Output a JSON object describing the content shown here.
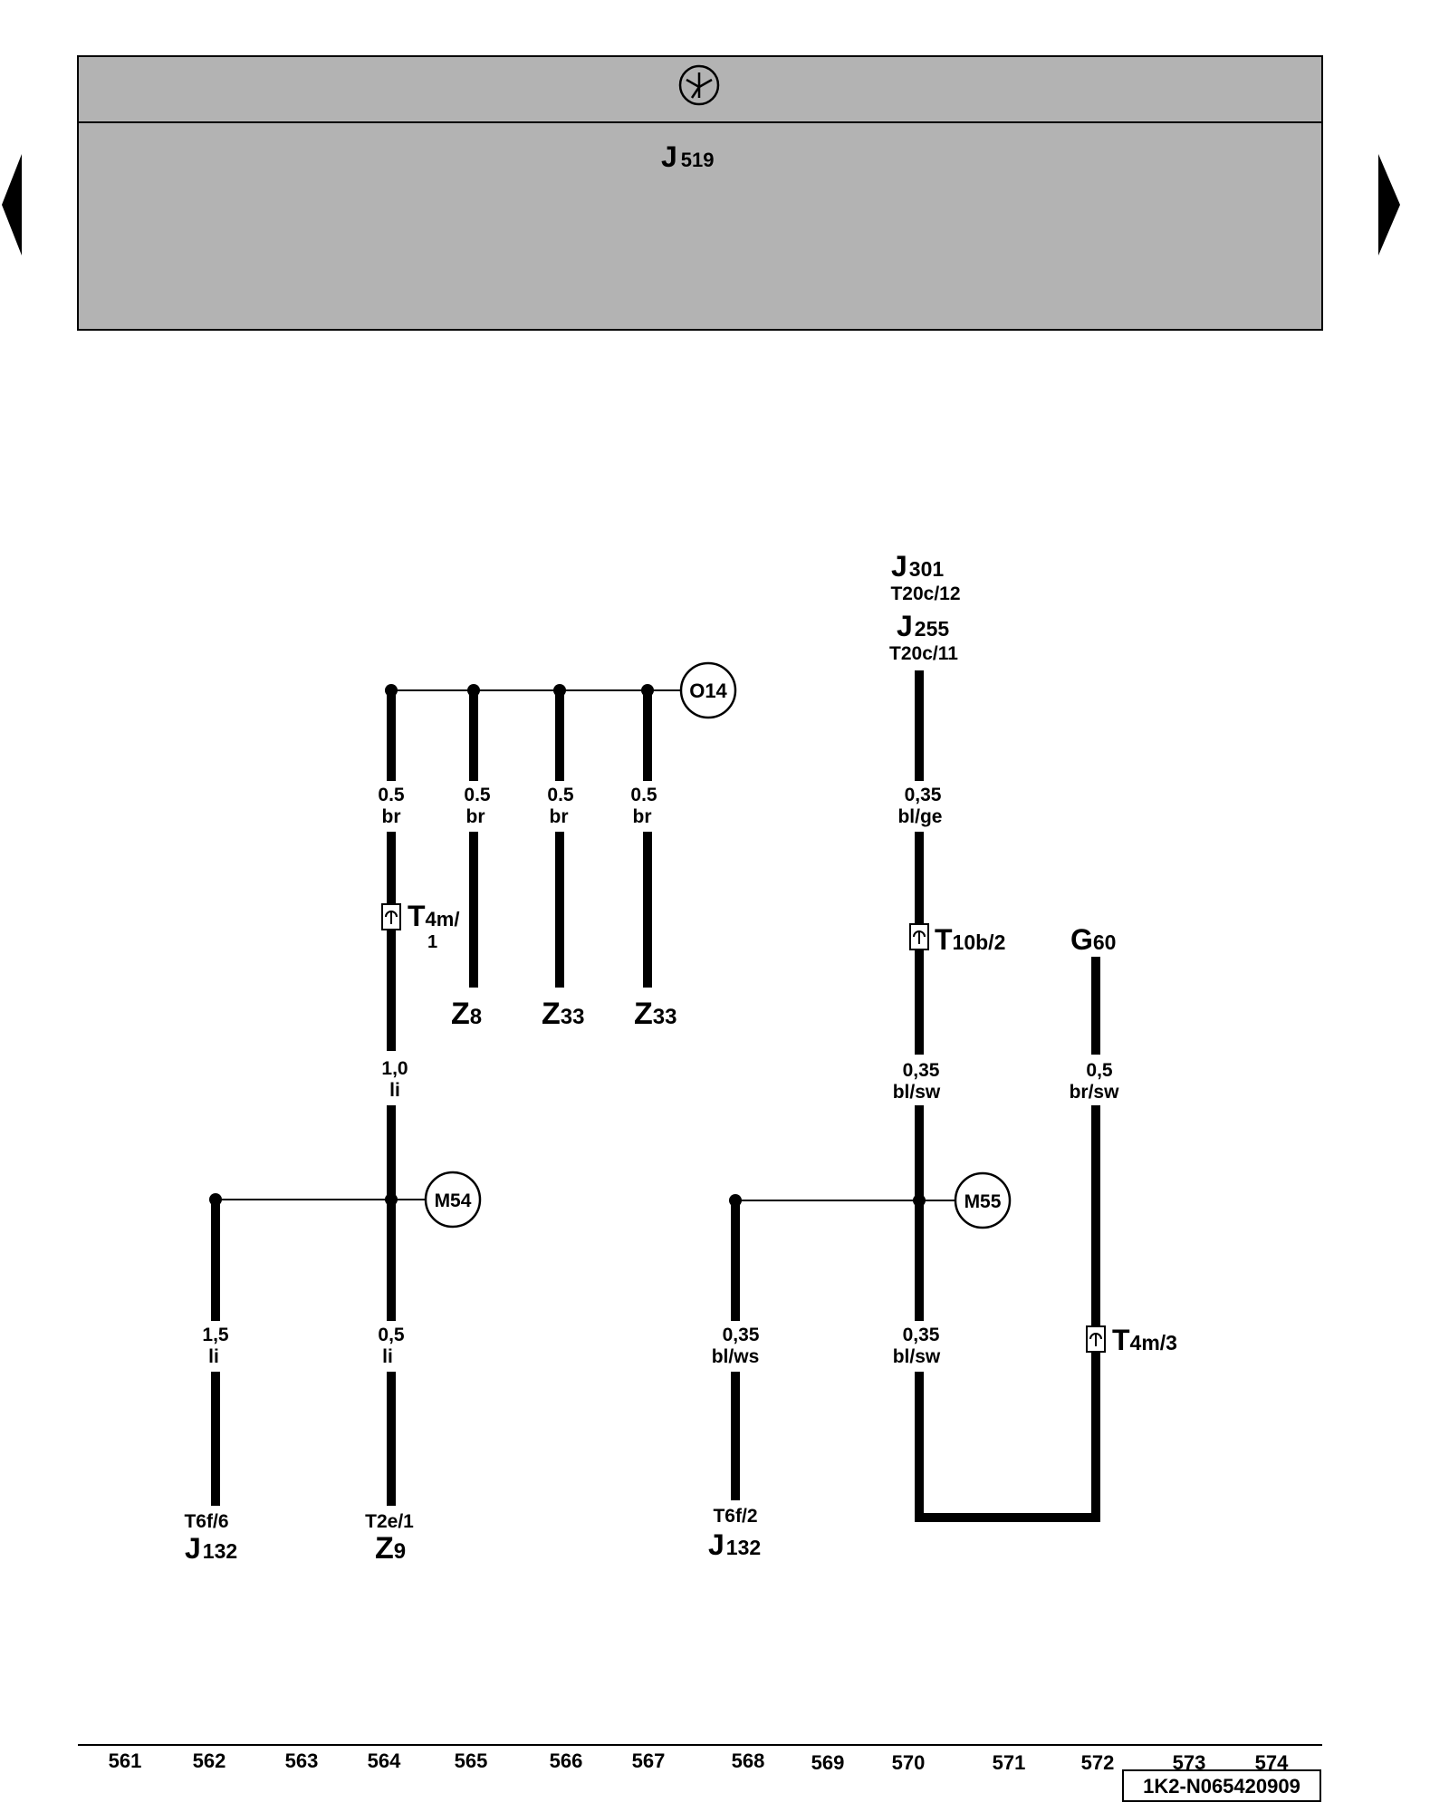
{
  "header": {
    "symbol_icon": "ground-symbol-icon",
    "control_unit": {
      "main": "J",
      "sub": "519"
    }
  },
  "nav": {
    "prev_icon": "triangle-left-icon",
    "next_icon": "triangle-right-icon"
  },
  "labels": {
    "j301": {
      "main": "J",
      "sub": "301"
    },
    "t20c12": "T20c/12",
    "j255": {
      "main": "J",
      "sub": "255"
    },
    "t20c11": "T20c/11",
    "o14": "O14",
    "m54": "M54",
    "m55": "M55",
    "t4m1": {
      "main": "T",
      "sub": "4m/",
      "sub2": "1"
    },
    "t10b2": {
      "main": "T",
      "sub": "10b/2"
    },
    "t4m3": {
      "main": "T",
      "sub": "4m/3"
    },
    "g60": {
      "main": "G",
      "sub": "60"
    },
    "z8": {
      "main": "Z",
      "sub": "8"
    },
    "z33a": {
      "main": "Z",
      "sub": "33"
    },
    "z33b": {
      "main": "Z",
      "sub": "33"
    },
    "t6f6": "T6f/6",
    "j132a": {
      "main": "J",
      "sub": "132"
    },
    "t2e1": "T2e/1",
    "z9": {
      "main": "Z",
      "sub": "9"
    },
    "t6f2": "T6f/2",
    "j132b": {
      "main": "J",
      "sub": "132"
    }
  },
  "wires": {
    "w1": {
      "size": "0.5",
      "color": "br"
    },
    "w2": {
      "size": "0.5",
      "color": "br"
    },
    "w3": {
      "size": "0.5",
      "color": "br"
    },
    "w4": {
      "size": "0.5",
      "color": "br"
    },
    "w5": {
      "size": "1,0",
      "color": "li"
    },
    "w6": {
      "size": "1,5",
      "color": "li"
    },
    "w7": {
      "size": "0,5",
      "color": "li"
    },
    "w8": {
      "size": "0,35",
      "color": "bl/ge"
    },
    "w9": {
      "size": "0,35",
      "color": "bl/sw"
    },
    "w10": {
      "size": "0,5",
      "color": "br/sw"
    },
    "w11": {
      "size": "0,35",
      "color": "bl/ws"
    },
    "w12": {
      "size": "0,35",
      "color": "bl/sw"
    }
  },
  "footer": {
    "columns": [
      "561",
      "562",
      "563",
      "564",
      "565",
      "566",
      "567",
      "568",
      "569",
      "570",
      "571",
      "572",
      "573",
      "574"
    ],
    "code": "1K2-N065420909"
  }
}
